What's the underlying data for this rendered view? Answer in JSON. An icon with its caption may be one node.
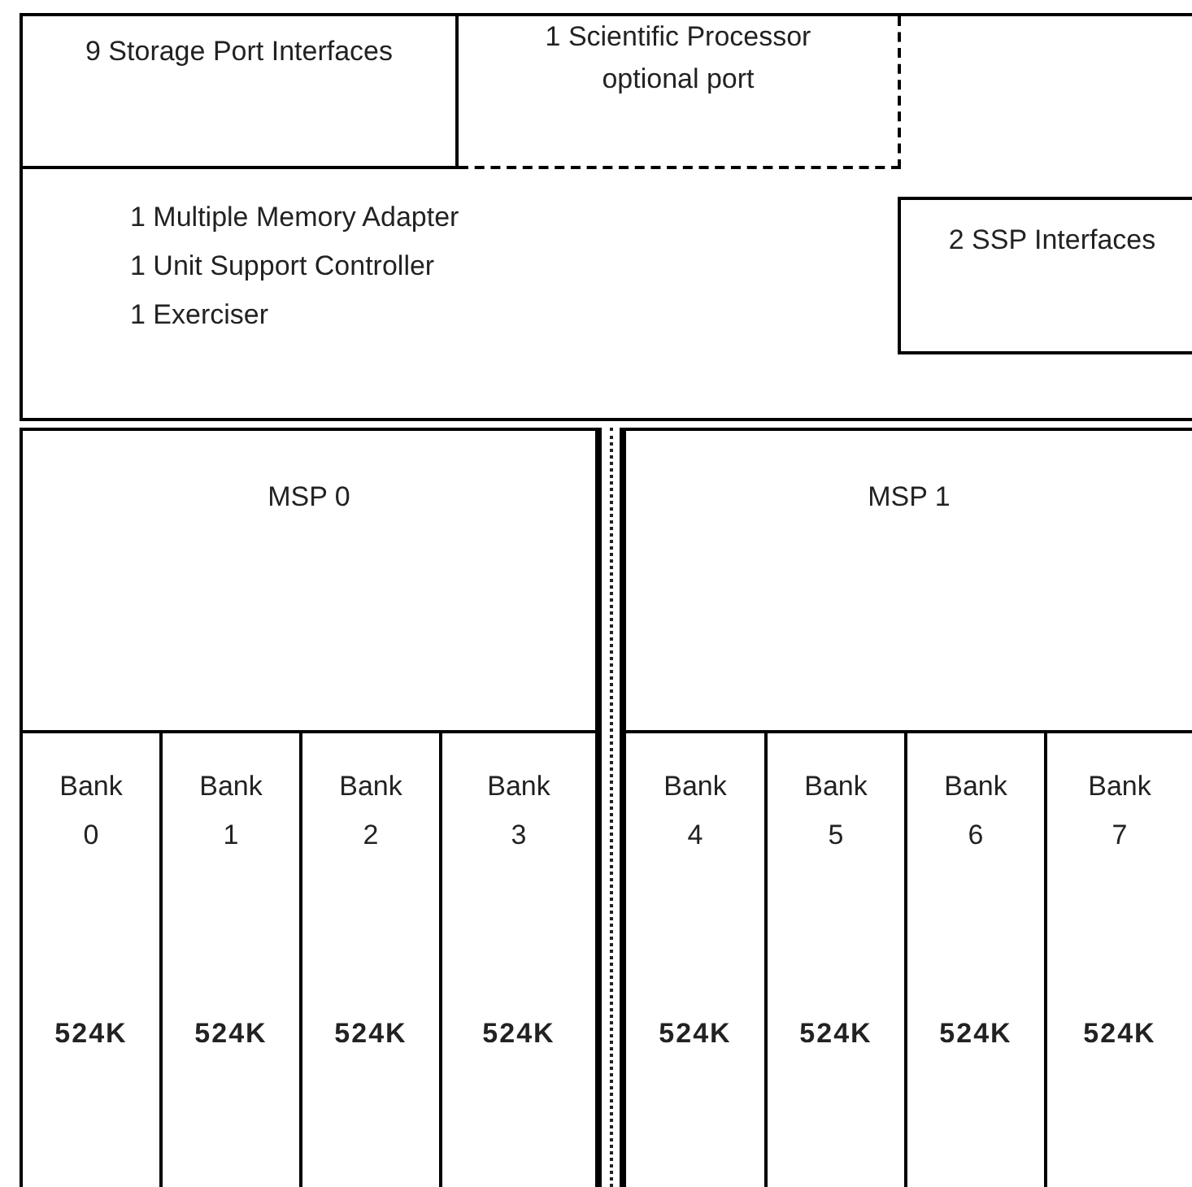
{
  "diagram": {
    "nodes": [
      {
        "text": [
          "1 Multiple Memory Adapter",
          "1 Unit Support Controller",
          "1 Exerciser"
        ]
      },
      {
        "text": [
          "9 Storage Port Interfaces"
        ],
        "in": 0
      },
      {
        "text": [
          "1 Scientific Processor",
          "optional port"
        ],
        "in": 0
      },
      {
        "text": [
          "2 SSP Interfaces"
        ],
        "in": 0
      },
      {
        "text": [
          "MSP 0"
        ]
      },
      {
        "text": [
          "MSP 1"
        ]
      },
      {
        "text": [
          "Bank 0",
          "524K"
        ]
      },
      {
        "text": [
          "Bank 1",
          "524K"
        ]
      },
      {
        "text": [
          "Bank 2",
          "524K"
        ]
      },
      {
        "text": [
          "Bank 3",
          "524K"
        ]
      },
      {
        "text": [
          "Bank 4",
          "524K"
        ]
      },
      {
        "text": [
          "Bank 5",
          "524K"
        ]
      },
      {
        "text": [
          "Bank 6",
          "524K"
        ]
      },
      {
        "text": [
          "Bank 7",
          "524K"
        ]
      }
    ]
  }
}
